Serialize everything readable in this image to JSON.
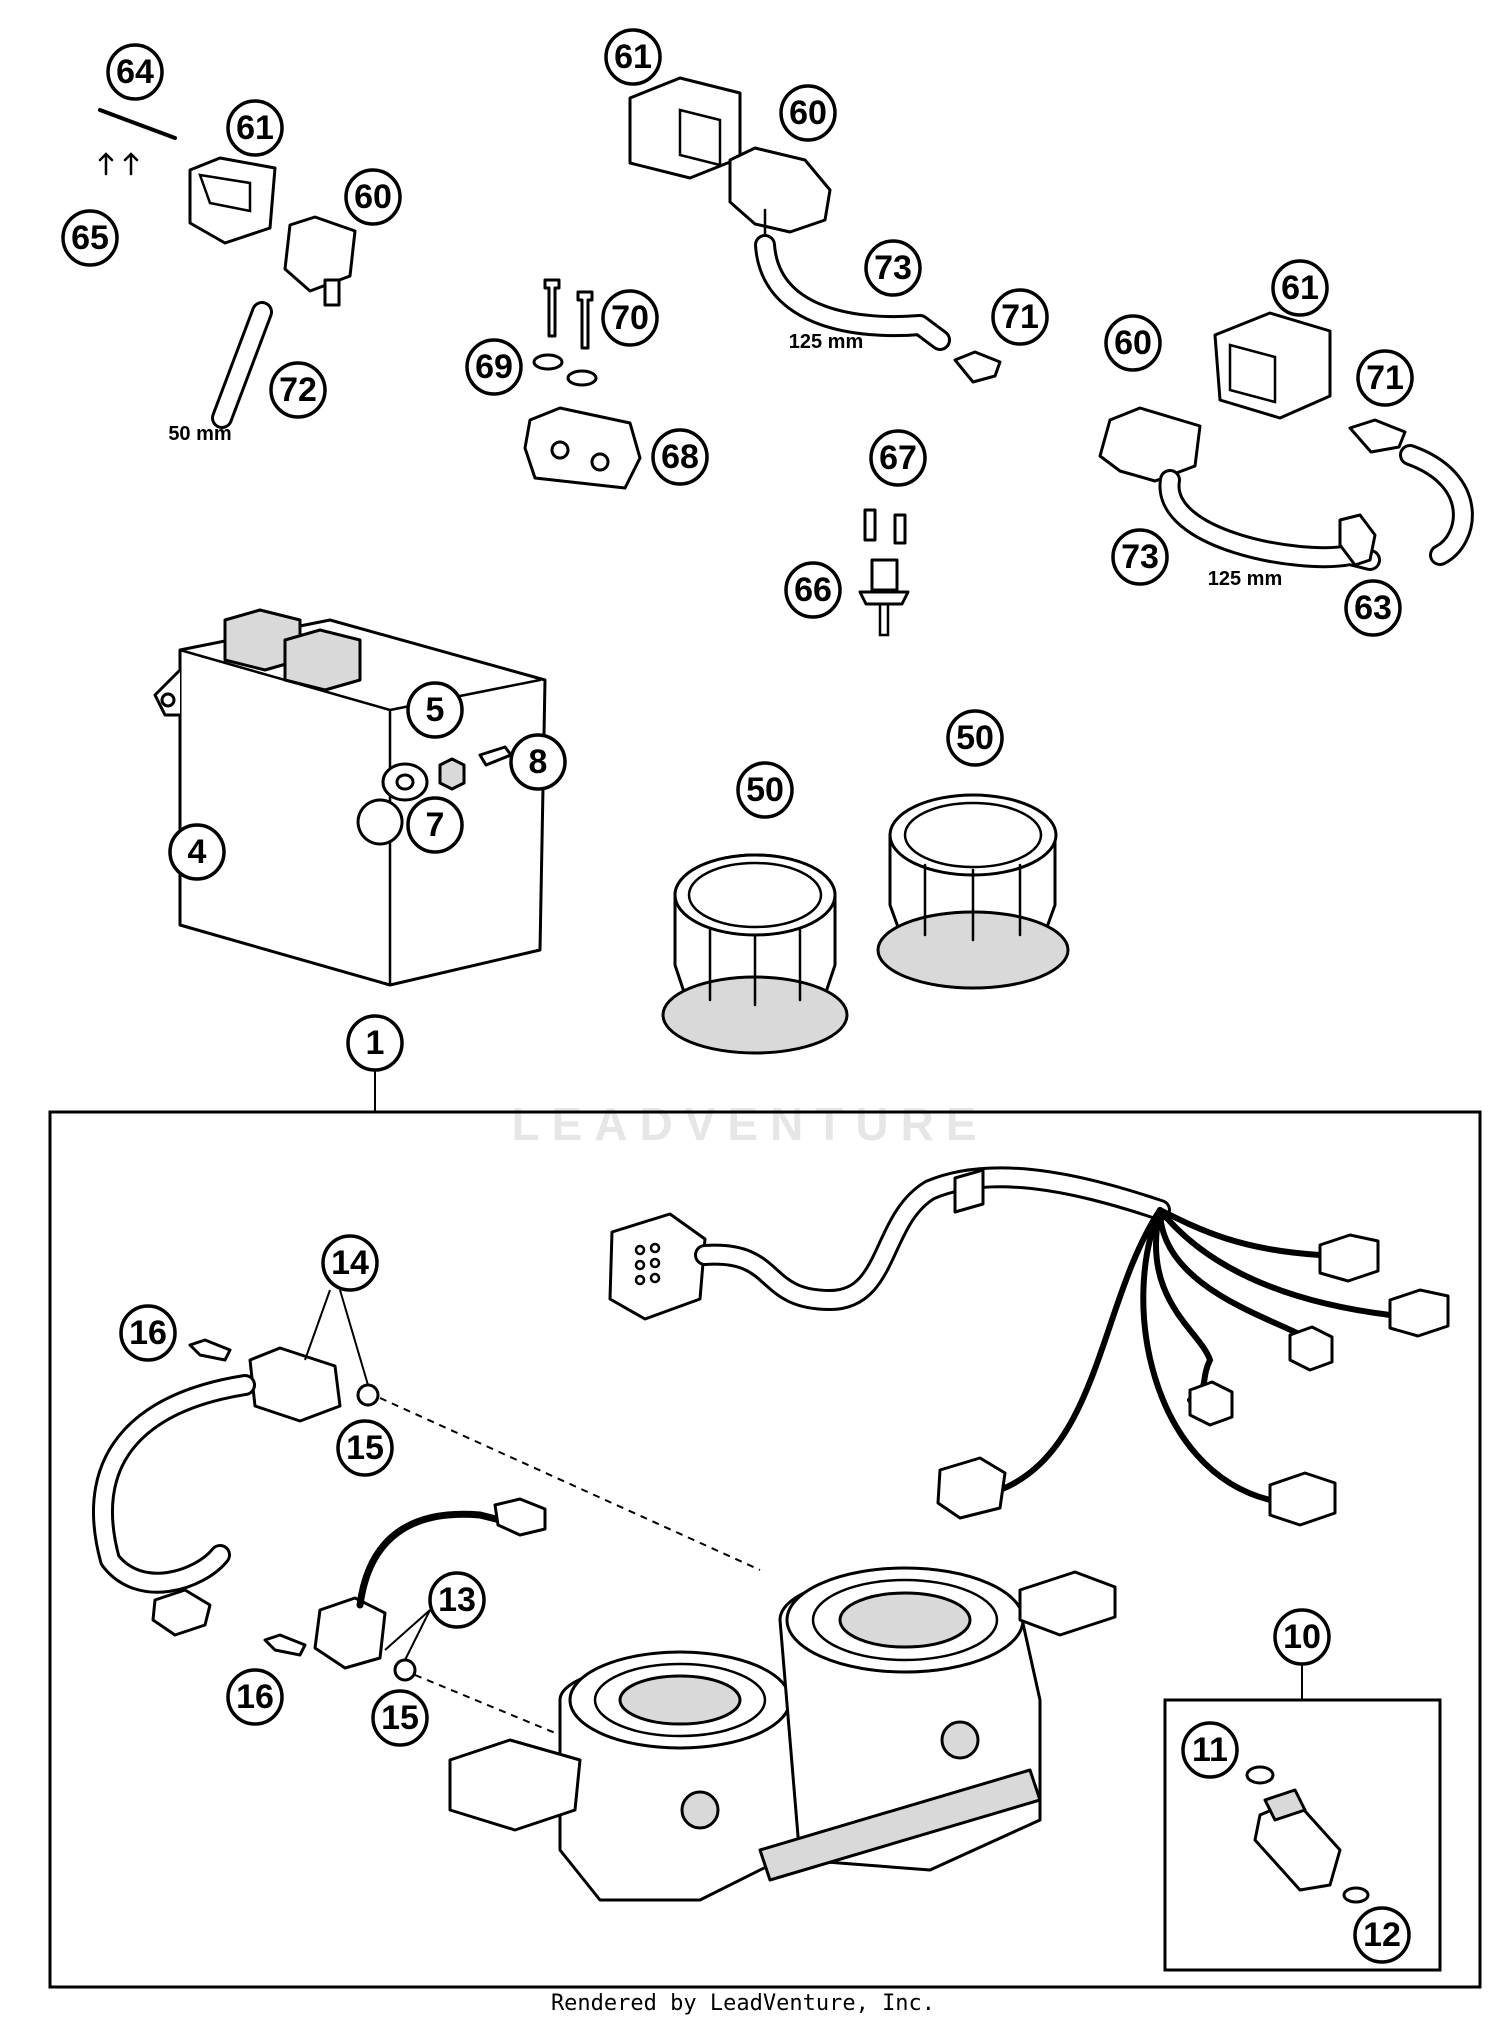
{
  "watermark": "LEADVENTURE",
  "footer": "Rendered by LeadVenture, Inc.",
  "dimensions": {
    "d50": "50 mm",
    "d125a": "125 mm",
    "d125b": "125 mm"
  },
  "callouts": {
    "c64": "64",
    "c61a": "61",
    "c65": "65",
    "c60a": "60",
    "c72": "72",
    "c61b": "61",
    "c60b": "60",
    "c73a": "73",
    "c71a": "71",
    "c70": "70",
    "c69": "69",
    "c68": "68",
    "c61c": "61",
    "c60c": "60",
    "c71b": "71",
    "c73b": "73",
    "c63": "63",
    "c67": "67",
    "c66": "66",
    "c4": "4",
    "c5": "5",
    "c7": "7",
    "c8": "8",
    "c50a": "50",
    "c50b": "50",
    "c1": "1",
    "c14": "14",
    "c16a": "16",
    "c15a": "15",
    "c13": "13",
    "c16b": "16",
    "c15b": "15",
    "c10": "10",
    "c11": "11",
    "c12": "12"
  }
}
